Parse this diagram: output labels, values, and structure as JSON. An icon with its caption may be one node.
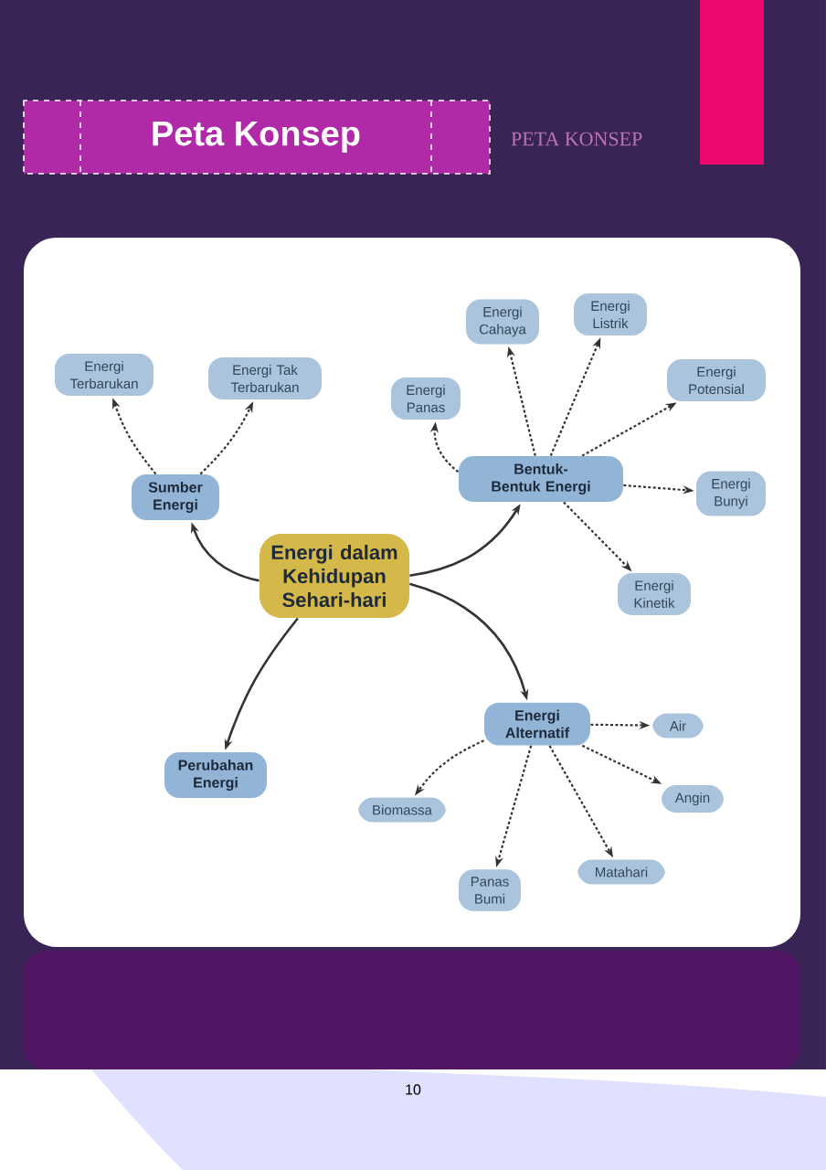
{
  "diagram": {
    "title": "Peta Konsep",
    "nodes": [
      {
        "text": [
          "Energi dalam Kehidupan Sehari-hari"
        ]
      },
      {
        "text": [
          "Sumber Energi"
        ]
      },
      {
        "text": [
          "Energi Terbarukan"
        ]
      },
      {
        "text": [
          "Energi Tak Terbarukan"
        ]
      },
      {
        "text": [
          "Bentuk-Bentuk Energi"
        ]
      },
      {
        "text": [
          "Energi Panas"
        ]
      },
      {
        "text": [
          "Energi Cahaya"
        ]
      },
      {
        "text": [
          "Energi Listrik"
        ]
      },
      {
        "text": [
          "Energi Potensial"
        ]
      },
      {
        "text": [
          "Energi Bunyi"
        ]
      },
      {
        "text": [
          "Energi Kinetik"
        ]
      },
      {
        "text": [
          "Perubahan Energi"
        ]
      },
      {
        "text": [
          "Energi Alternatif"
        ]
      },
      {
        "text": [
          "Air"
        ]
      },
      {
        "text": [
          "Angin"
        ]
      },
      {
        "text": [
          "Biomassa"
        ]
      },
      {
        "text": [
          "Panas Bumi"
        ]
      },
      {
        "text": [
          "Matahari"
        ]
      }
    ],
    "edges": [
      {
        "from": 0,
        "to": 1,
        "arrow": "to"
      },
      {
        "from": 0,
        "to": 4,
        "arrow": "to"
      },
      {
        "from": 0,
        "to": 11,
        "arrow": "to"
      },
      {
        "from": 0,
        "to": 12,
        "arrow": "to"
      },
      {
        "from": 1,
        "to": 2,
        "arrow": "to",
        "style": "dashed"
      },
      {
        "from": 1,
        "to": 3,
        "arrow": "to",
        "style": "dashed"
      },
      {
        "from": 4,
        "to": 5,
        "arrow": "to",
        "style": "dashed"
      },
      {
        "from": 4,
        "to": 6,
        "arrow": "to",
        "style": "dashed"
      },
      {
        "from": 4,
        "to": 7,
        "arrow": "to",
        "style": "dashed"
      },
      {
        "from": 4,
        "to": 8,
        "arrow": "to",
        "style": "dashed"
      },
      {
        "from": 4,
        "to": 9,
        "arrow": "to",
        "style": "dashed"
      },
      {
        "from": 4,
        "to": 10,
        "arrow": "to",
        "style": "dashed"
      },
      {
        "from": 12,
        "to": 13,
        "arrow": "to",
        "style": "dashed"
      },
      {
        "from": 12,
        "to": 14,
        "arrow": "to",
        "style": "dashed"
      },
      {
        "from": 12,
        "to": 15,
        "arrow": "to",
        "style": "dashed"
      },
      {
        "from": 12,
        "to": 16,
        "arrow": "to",
        "style": "dashed"
      },
      {
        "from": 12,
        "to": 17,
        "arrow": "to",
        "style": "dashed"
      }
    ],
    "labels": [
      "PETA KONSEP",
      "10"
    ]
  }
}
